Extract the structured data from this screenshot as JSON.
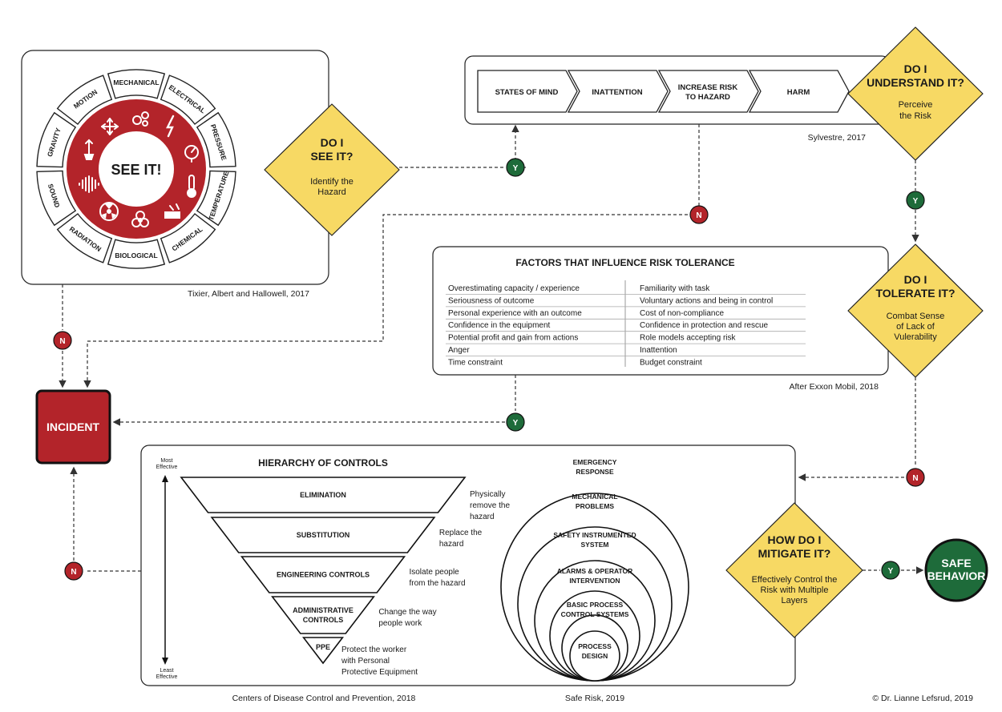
{
  "hazard_wheel": {
    "center_label": "SEE IT!",
    "segments": [
      "MECHANICAL",
      "ELECTRICAL",
      "PRESSURE",
      "TEMPERATURE",
      "CHEMICAL",
      "BIOLOGICAL",
      "RADIATION",
      "SOUND",
      "GRAVITY",
      "MOTION"
    ],
    "citation": "Tixier, Albert and Hallowell, 2017",
    "icons": [
      "motion-arrows-icon",
      "gears-icon",
      "lightning-icon",
      "pressure-gauge-icon",
      "thermometer-icon",
      "chemical-hand-icon",
      "biohazard-icon",
      "radiation-icon",
      "sound-wave-icon",
      "gravity-weight-icon"
    ]
  },
  "see_it": {
    "title_line1": "DO I",
    "title_line2": "SEE IT?",
    "sub_line1": "Identify the",
    "sub_line2": "Hazard"
  },
  "sequence": {
    "steps": [
      {
        "line1": "STATES OF MIND",
        "line2": ""
      },
      {
        "line1": "INATTENTION",
        "line2": ""
      },
      {
        "line1": "INCREASE RISK",
        "line2": "TO HAZARD"
      },
      {
        "line1": "HARM",
        "line2": ""
      }
    ],
    "citation": "Sylvestre, 2017"
  },
  "understand_it": {
    "title_line1": "DO I",
    "title_line2": "UNDERSTAND IT?",
    "sub_line1": "Perceive",
    "sub_line2": "the Risk"
  },
  "tolerance": {
    "title": "FACTORS THAT INFLUENCE RISK TOLERANCE",
    "left": [
      "Overestimating capacity / experience",
      "Seriousness of outcome",
      "Personal experience with an outcome",
      "Confidence in the equipment",
      "Potential profit and gain from actions",
      "Anger",
      "Time constraint"
    ],
    "right": [
      "Familiarity with task",
      "Voluntary actions and being in control",
      "Cost of non-compliance",
      "Confidence in protection and rescue",
      "Role models accepting risk",
      "Inattention",
      "Budget constraint"
    ],
    "citation": "After Exxon Mobil, 2018"
  },
  "tolerate_it": {
    "title_line1": "DO I",
    "title_line2": "TOLERATE IT?",
    "sub_line1": "Combat Sense",
    "sub_line2": "of Lack of",
    "sub_line3": "Vulerability"
  },
  "incident": {
    "label": "INCIDENT"
  },
  "hierarchy": {
    "title": "HIERARCHY OF CONTROLS",
    "most": [
      "Most",
      "Effective"
    ],
    "least": [
      "Least",
      "Effective"
    ],
    "levels": [
      {
        "label1": "ELIMINATION",
        "label2": "",
        "desc1": "Physically",
        "desc2": "remove the",
        "desc3": "hazard"
      },
      {
        "label1": "SUBSTITUTION",
        "label2": "",
        "desc1": "Replace the",
        "desc2": "hazard",
        "desc3": ""
      },
      {
        "label1": "ENGINEERING CONTROLS",
        "label2": "",
        "desc1": "Isolate people",
        "desc2": "from the hazard",
        "desc3": ""
      },
      {
        "label1": "ADMINISTRATIVE",
        "label2": "CONTROLS",
        "desc1": "Change the way",
        "desc2": "people work",
        "desc3": ""
      },
      {
        "label1": "PPE",
        "label2": "",
        "desc1": "Protect the worker",
        "desc2": "with Personal",
        "desc3": "Protective Equipment"
      }
    ],
    "citation": "Centers of Disease Control and Prevention, 2018"
  },
  "layers": {
    "items": [
      {
        "line1": "EMERGENCY",
        "line2": "RESPONSE"
      },
      {
        "line1": "MECHANICAL",
        "line2": "PROBLEMS"
      },
      {
        "line1": "SAFETY INSTRUMENTED",
        "line2": "SYSTEM"
      },
      {
        "line1": "ALARMS & OPERATOR",
        "line2": "INTERVENTION"
      },
      {
        "line1": "BASIC PROCESS",
        "line2": "CONTROL SYSTEMS"
      },
      {
        "line1": "PROCESS",
        "line2": "DESIGN"
      }
    ],
    "citation": "Safe Risk, 2019"
  },
  "mitigate_it": {
    "title_line1": "HOW DO I",
    "title_line2": "MITIGATE IT?",
    "sub_line1": "Effectively Control the",
    "sub_line2": "Risk with Multiple",
    "sub_line3": "Layers"
  },
  "safe": {
    "line1": "SAFE",
    "line2": "BEHAVIOR"
  },
  "yes_label": "Y",
  "no_label": "N",
  "copyright": "© Dr. Lianne Lefsrud, 2019",
  "colors": {
    "red": "#b3242a",
    "yellow": "#f7d964",
    "green": "#1e6b3a",
    "ink": "#1a1a1a"
  }
}
